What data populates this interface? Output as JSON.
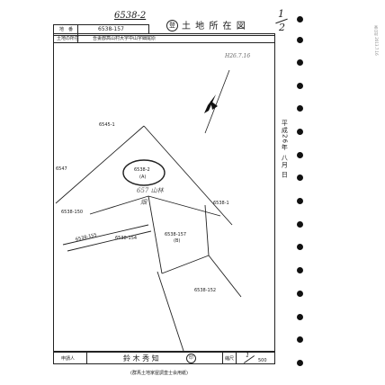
{
  "header": {
    "handwritten_number": "6538-2",
    "seal_char": "登",
    "title": "土 地 所 在 図",
    "page_fraction": "1/2",
    "page_numerator": "1",
    "page_denominator": "2"
  },
  "info_table": {
    "parcel_label": "地　番",
    "parcel_value": "6538-157",
    "location_label": "土地の所在",
    "location_value": "吾妻郡高山村大字中山字細尾原"
  },
  "stamp_date": "H26.7.16",
  "map_labels": {
    "p6545_1": "6545-1",
    "p6547": "6547",
    "p6538_2": "6538-2",
    "p6538_2_sub": "(A)",
    "hand_note_1": "657 山林",
    "hand_note_2": "畑",
    "p6538_150": "6538-150",
    "p6538_1": "6538-1",
    "p6538_155": "6538-155",
    "p6538_154": "6538-154",
    "p6538_157": "6538-157",
    "p6538_157_sub": "(B)",
    "p6538_152": "6538-152"
  },
  "side_date": {
    "era": "平成",
    "year": "26",
    "month": "八月",
    "day": "日",
    "full": "平成26年 八月 日"
  },
  "right_margin_text": "高山村 2013.7.16",
  "footer": {
    "applicant_label": "申請人",
    "applicant_name": "鈴 木 秀 知",
    "seal_char": "印",
    "scale_label": "縮尺",
    "scale_numerator": "1",
    "scale_denominator": "500",
    "association": "(群馬土地家屋調査士会用紙)"
  },
  "colors": {
    "ink": "#1a1a1a",
    "paper": "#ffffff",
    "hole": "#111111"
  }
}
